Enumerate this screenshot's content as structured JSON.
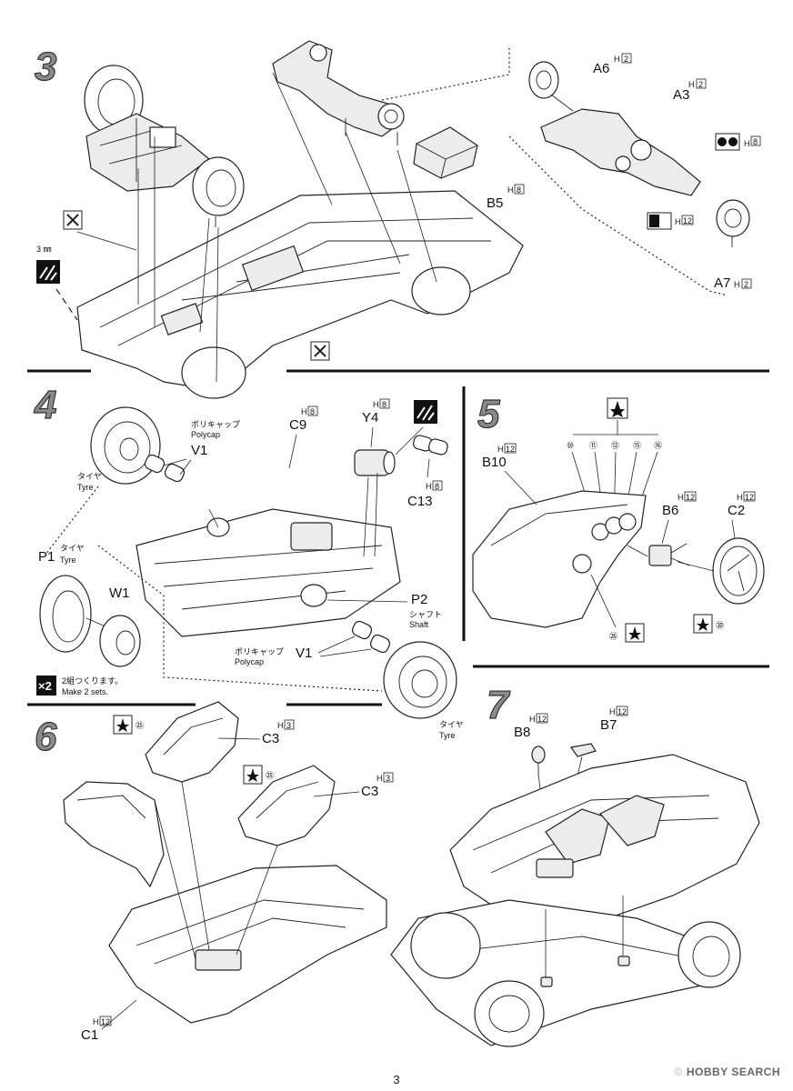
{
  "page_number": "3",
  "watermark": {
    "copyright": "©",
    "brand": "HOBBY SEARCH"
  },
  "steps": {
    "s3": {
      "number": "3",
      "drill": "3 ㎜",
      "parts": {
        "A6": {
          "label": "A6",
          "h": "2"
        },
        "A3": {
          "label": "A3",
          "h": "2"
        },
        "A7": {
          "label": "A7",
          "h": "2"
        },
        "B5": {
          "label": "B5",
          "h": "8"
        },
        "h8_circle": "8",
        "h12_square": "12"
      }
    },
    "s4": {
      "number": "4",
      "polycap_jp": "ポリキャップ",
      "polycap_en": "Polycap",
      "tyre_jp": "タイヤ",
      "tyre_en": "Tyre",
      "shaft_jp": "シャフト",
      "shaft_en": "Shaft",
      "make_jp": "2組つくります。",
      "make_en": "Make 2 sets.",
      "x2": "×2",
      "parts": {
        "V1": "V1",
        "C9": {
          "label": "C9",
          "h": "8"
        },
        "Y4": {
          "label": "Y4",
          "h": "8"
        },
        "C13": {
          "label": "C13",
          "h": "8"
        },
        "P1": "P1",
        "W1": "W1",
        "P2": "P2"
      }
    },
    "s5": {
      "number": "5",
      "decals": [
        "⑩",
        "⑪",
        "⑫",
        "⑮",
        "⑯"
      ],
      "decal_26": "㉖",
      "decal_20": "⑳",
      "parts": {
        "B10": {
          "label": "B10",
          "h": "12"
        },
        "B6": {
          "label": "B6",
          "h": "12"
        },
        "C2": {
          "label": "C2",
          "h": "12"
        }
      }
    },
    "s6": {
      "number": "6",
      "decal_25": "㉕",
      "parts": {
        "C3": {
          "label": "C3",
          "h": "3"
        },
        "C1": {
          "label": "C1",
          "h": "12"
        }
      }
    },
    "s7": {
      "number": "7",
      "parts": {
        "B8": {
          "label": "B8",
          "h": "12"
        },
        "B7": {
          "label": "B7",
          "h": "12"
        }
      }
    }
  }
}
